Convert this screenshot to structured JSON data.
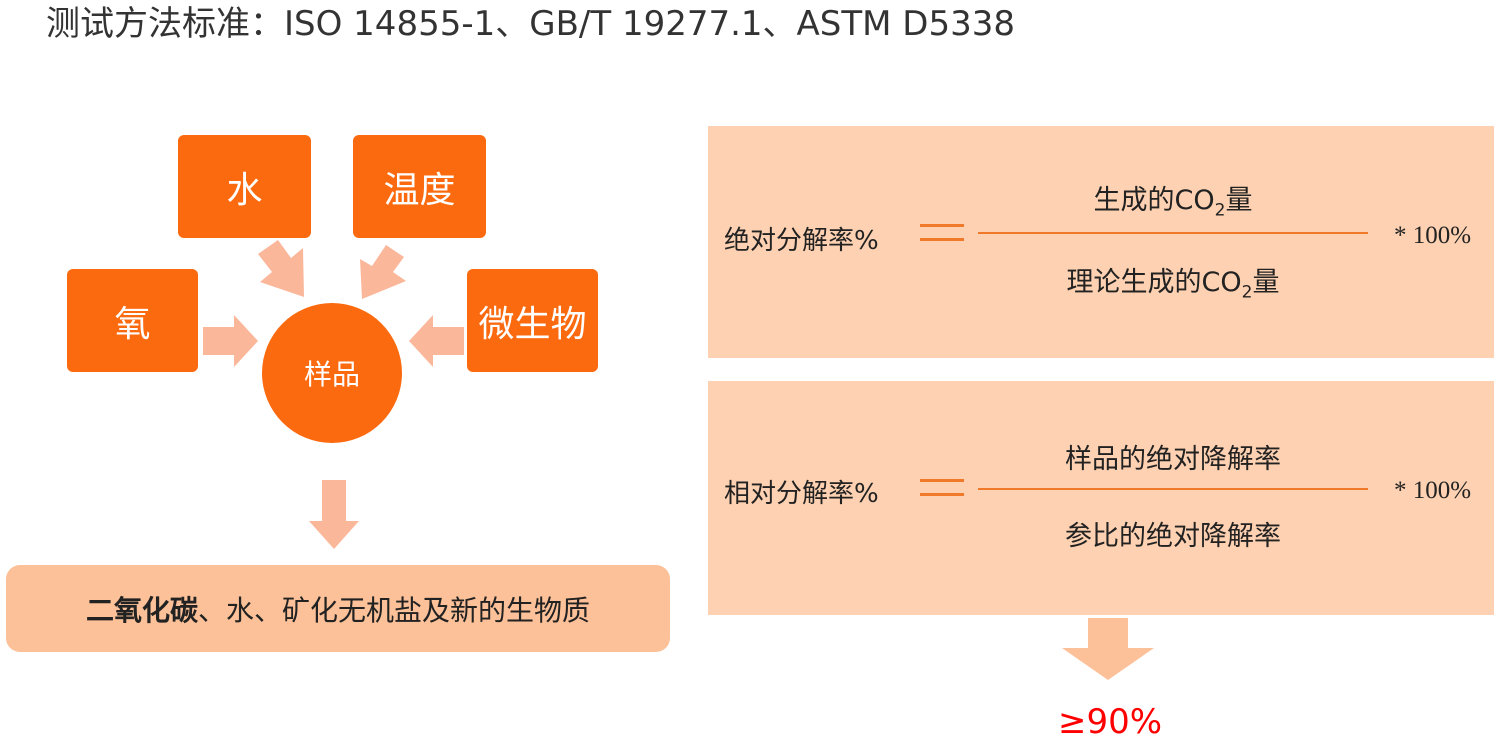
{
  "title": "测试方法标准：ISO 14855-1、GB/T 19277.1、ASTM D5338",
  "factors": {
    "water": "水",
    "temperature": "温度",
    "oxygen": "氧",
    "microbes": "微生物"
  },
  "sample": "样品",
  "result": {
    "bold": "二氧化碳",
    "rest": "、水、矿化无机盐及新的生物质"
  },
  "absolute_formula": {
    "lhs": "绝对分解率%",
    "numerator_prefix": "生成的CO",
    "numerator_sub": "2",
    "numerator_suffix": "量",
    "denominator_prefix": "理论生成的CO",
    "denominator_sub": "2",
    "denominator_suffix": "量",
    "multiplier": "* 100%"
  },
  "relative_formula": {
    "lhs": "相对分解率%",
    "numerator": "样品的绝对降解率",
    "denominator": "参比的绝对降解率",
    "multiplier": "* 100%"
  },
  "threshold": "≥90%",
  "colors": {
    "factor_fill": "#fb6a0f",
    "arrow_fill": "#fbb79a",
    "result_fill": "#fcc198",
    "panel_fill": "#fdd1b1",
    "line_color": "#f07a2a",
    "threshold_color": "#ff0000"
  }
}
